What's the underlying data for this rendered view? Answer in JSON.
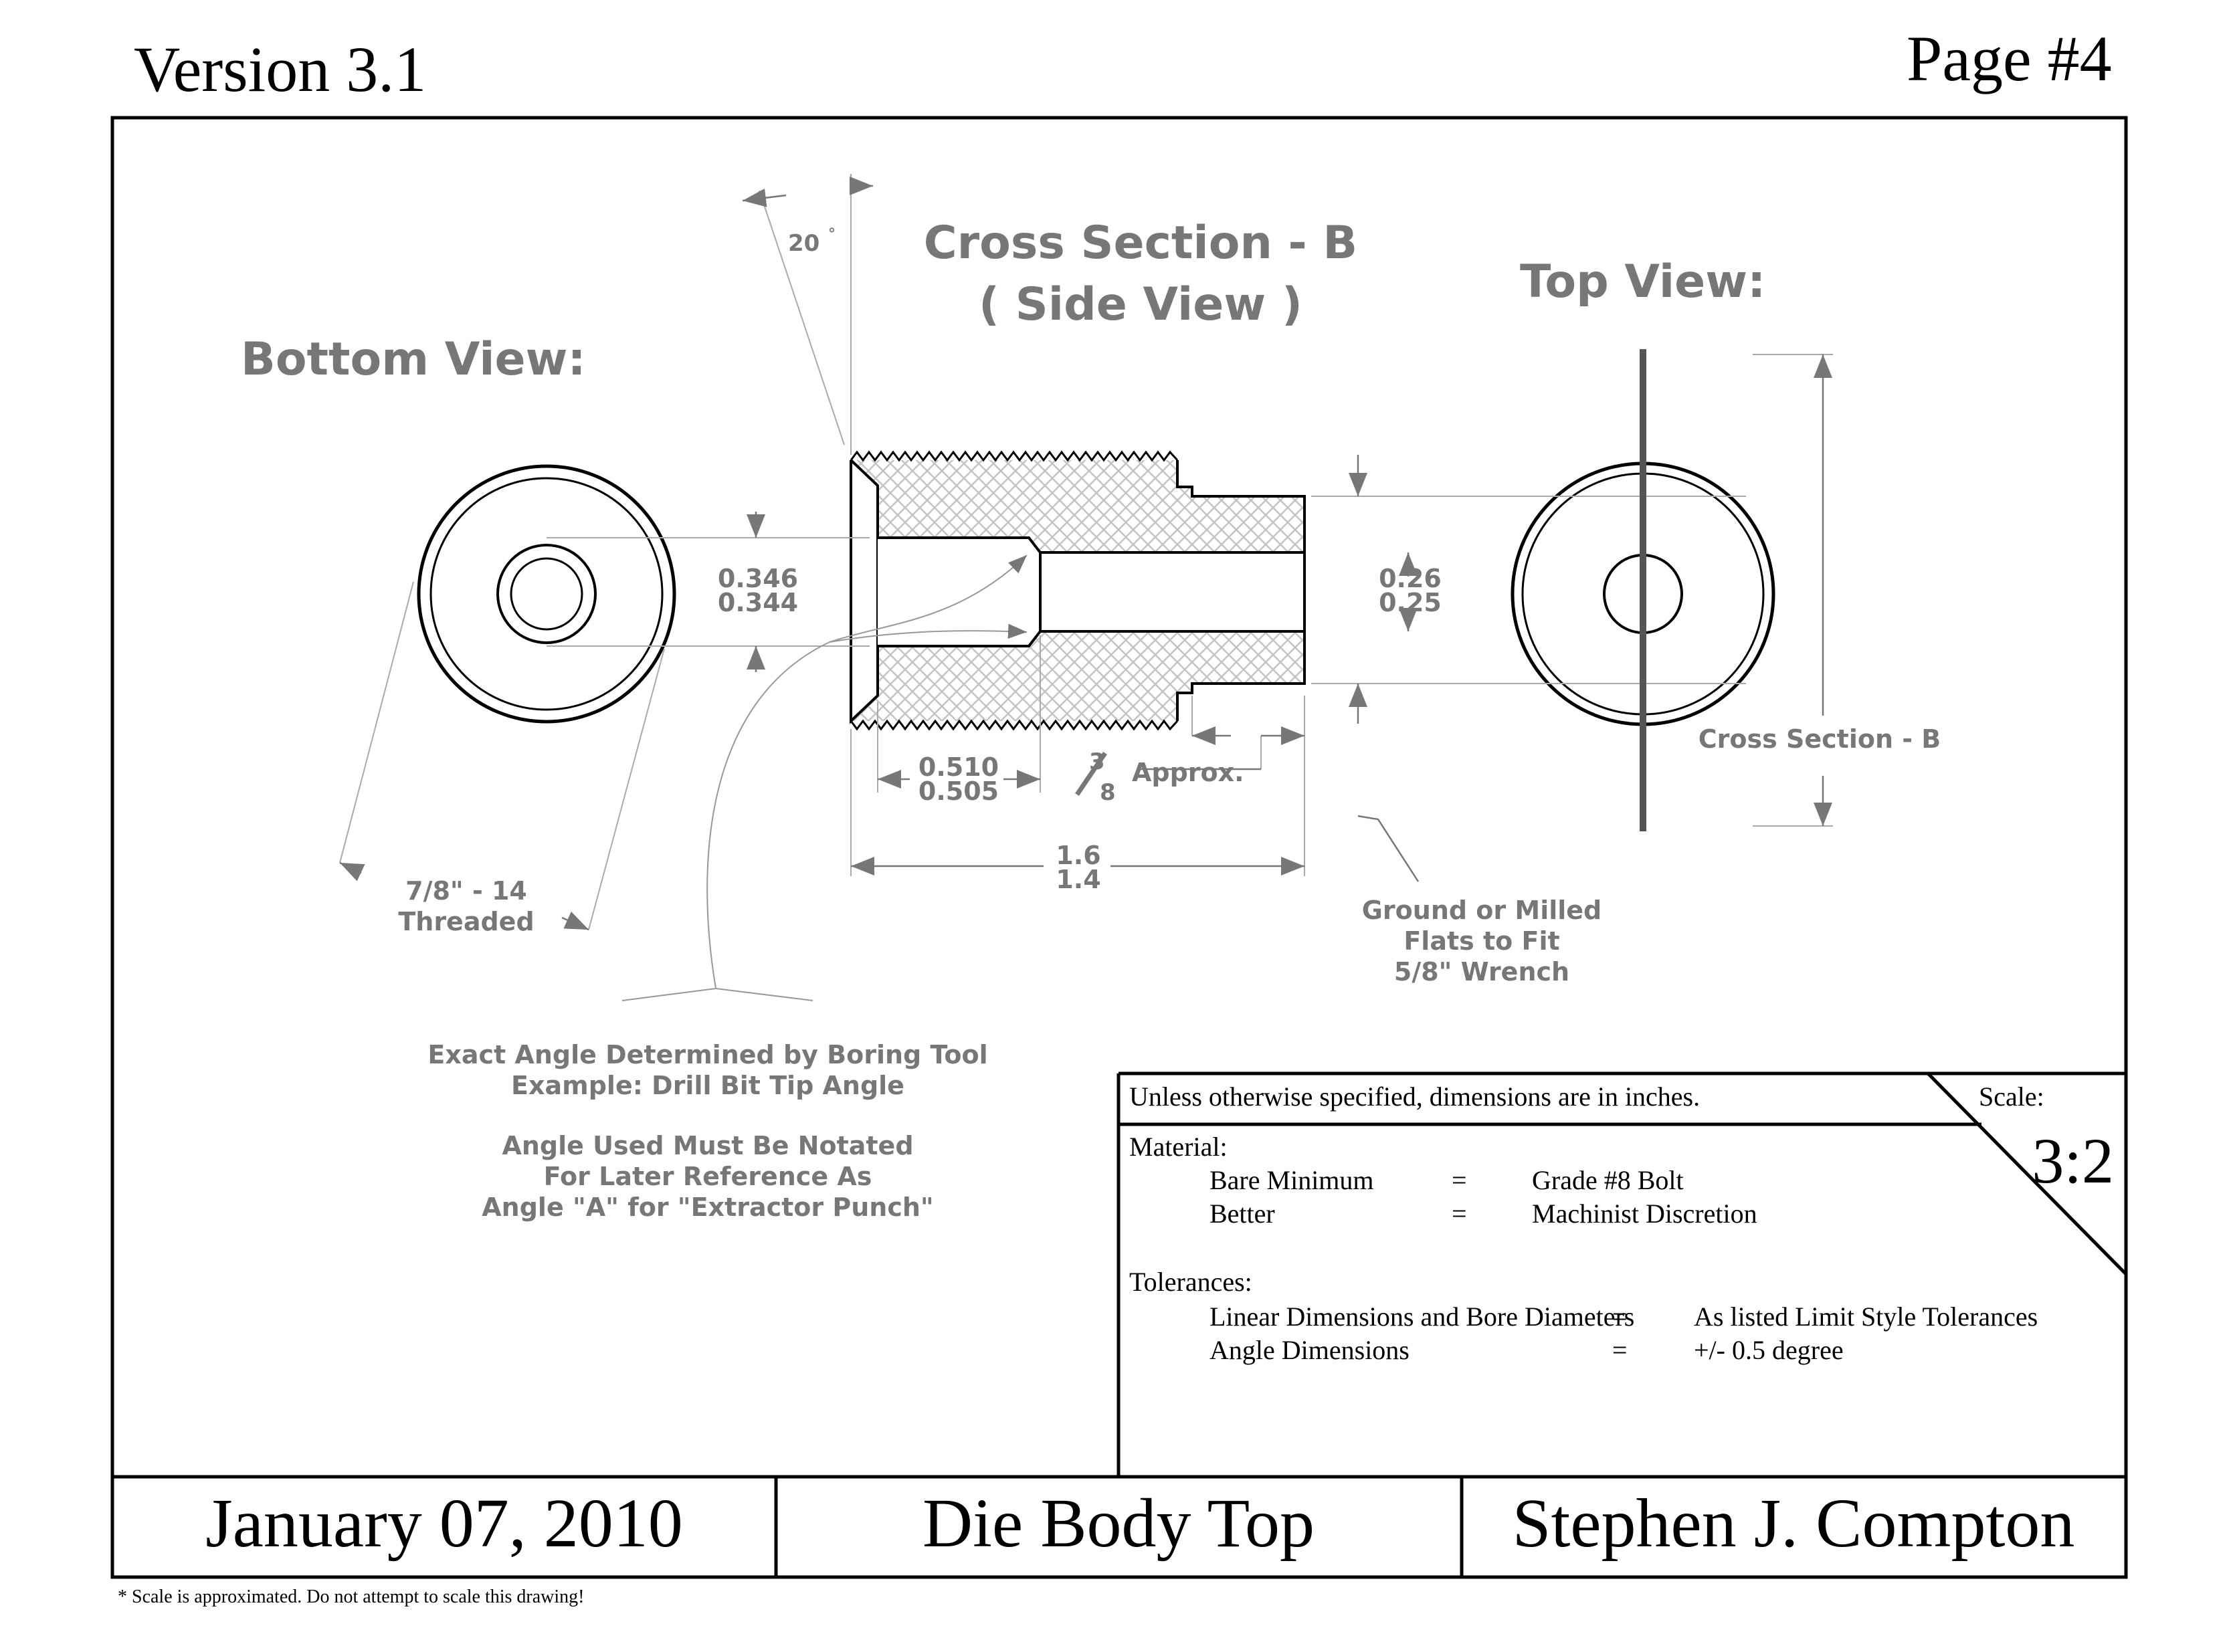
{
  "header": {
    "version": "Version 3.1",
    "page": "Page #4"
  },
  "views": {
    "bottom_title": "Bottom View:",
    "cross_title_1": "Cross Section - B",
    "cross_title_2": "( Side View )",
    "top_title": "Top View:"
  },
  "dims": {
    "angle": "20",
    "angle_unit": "°",
    "bore_hi": "0.346",
    "bore_lo": "0.344",
    "hole_hi": "0.26",
    "hole_lo": "0.25",
    "depth_hi": "0.510",
    "depth_lo": "0.505",
    "frac_num": "3",
    "frac_den": "8",
    "approx": "Approx.",
    "len_hi": "1.6",
    "len_lo": "1.4",
    "thread_1": "7/8\" - 14",
    "thread_2": "Threaded",
    "cross_ref": "Cross Section - B",
    "flats_1": "Ground or Milled",
    "flats_2": "Flats to Fit",
    "flats_3": "5/8\" Wrench"
  },
  "notes": {
    "n1": "Exact Angle Determined by Boring Tool",
    "n2": "Example: Drill Bit Tip Angle",
    "n3": "Angle Used Must Be Notated",
    "n4": "For Later Reference As",
    "n5": "Angle \"A\" for \"Extractor Punch\""
  },
  "titleblock": {
    "spec": "Unless otherwise specified, dimensions are in inches.",
    "scale_label": "Scale:",
    "scale": "3:2",
    "material": "Material:",
    "m1_name": "Bare Minimum",
    "m1_eq": "=",
    "m1_val": "Grade #8 Bolt",
    "m2_name": "Better",
    "m2_eq": "=",
    "m2_val": "Machinist Discretion",
    "tolerances": "Tolerances:",
    "t1_name": "Linear Dimensions and Bore Diameters",
    "t1_eq": "=",
    "t1_val": "As listed Limit Style Tolerances",
    "t2_name": "Angle Dimensions",
    "t2_eq": "=",
    "t2_val": "+/- 0.5 degree"
  },
  "footer": {
    "date": "January 07, 2010",
    "title": "Die Body Top",
    "author": "Stephen J. Compton",
    "disclaimer": "* Scale is approximated.  Do not attempt to scale this drawing!"
  }
}
